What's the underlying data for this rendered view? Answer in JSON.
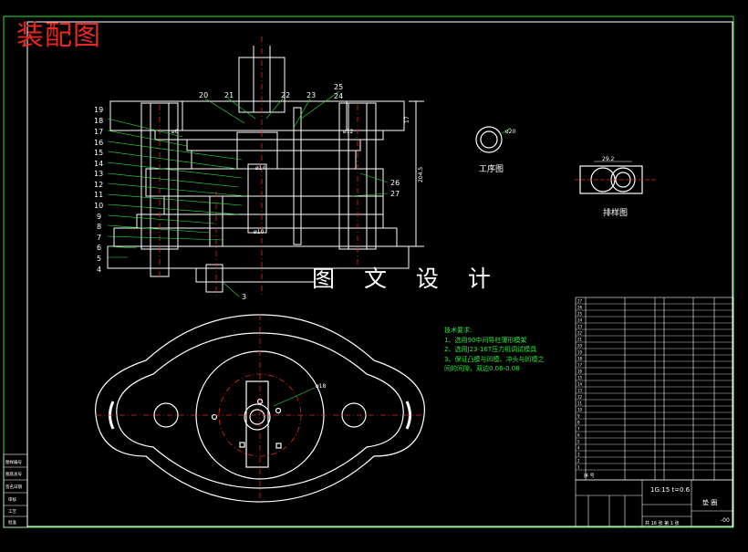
{
  "drawing": {
    "title": "装配图",
    "watermark": "图 文 设 计",
    "process_label": "工序图",
    "layout_label": "排样图",
    "process_dim": "ø20",
    "layout_dim": "29.2",
    "plan_dim": "ø18",
    "tech_requirements": {
      "heading": "技术要求:",
      "items": [
        "1、选用90中间导柱薄形模架",
        "2、选用J23-16T压力机调试模具",
        "3、保证凸模与凹模、冲头与凹模之",
        "间的间隙，双边0.06-0.08"
      ]
    },
    "section_part_numbers_left": [
      "19",
      "18",
      "17",
      "16",
      "15",
      "14",
      "13",
      "12",
      "11",
      "10",
      "9",
      "8",
      "7",
      "6",
      "5",
      "4"
    ],
    "section_part_numbers_top": [
      "20",
      "21",
      "22",
      "23",
      "25",
      "24"
    ],
    "section_part_numbers_right": [
      "26",
      "27"
    ],
    "section_part_number_bottom": "3",
    "section_marks": {
      "a": "ø6",
      "b": "ø12",
      "c": "ø14",
      "d": "ø10",
      "e": "17",
      "f": "204.5"
    },
    "bom_rows": [
      "27",
      "26",
      "25",
      "24",
      "23",
      "22",
      "21",
      "20",
      "19",
      "18",
      "17",
      "16",
      "15",
      "14",
      "13",
      "12",
      "11",
      "10",
      "9",
      "8",
      "7",
      "6",
      "5",
      "4",
      "3",
      "2",
      "1"
    ],
    "title_block": {
      "scale_text": "1G:15  t=0.6",
      "name": "垫 圈",
      "code": "-00",
      "mark_sheet": "共 16 张  第 1 张",
      "footer": "序 号"
    },
    "left_block": [
      "图样编号",
      "图底总号",
      "签名日期",
      "审核",
      "工艺",
      "批准"
    ]
  }
}
